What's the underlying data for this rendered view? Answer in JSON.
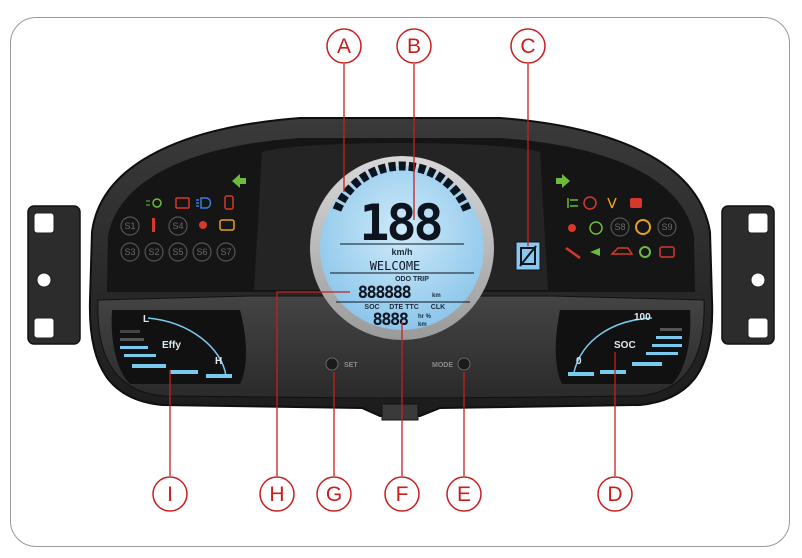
{
  "callouts": [
    {
      "letter": "A"
    },
    {
      "letter": "B"
    },
    {
      "letter": "C"
    },
    {
      "letter": "D"
    },
    {
      "letter": "E"
    },
    {
      "letter": "F"
    },
    {
      "letter": "G"
    },
    {
      "letter": "H"
    },
    {
      "letter": "I"
    }
  ],
  "lcd": {
    "speed": "188",
    "speed_unit": "km/h",
    "welcome": "WELCOME",
    "odo_label": "ODO TRIP",
    "odo_value": "888888",
    "odo_unit": "km",
    "soc_label": "SOC",
    "dte_ttc_label": "DTE TTC",
    "clk_label": "CLK",
    "small_value": "8888",
    "small_unit_top": "hr %",
    "small_unit_bottom": "km"
  },
  "left_gauge": {
    "label": "Effy",
    "low": "L",
    "high": "H"
  },
  "right_gauge": {
    "label": "SOC",
    "max": "100",
    "min": "0"
  },
  "buttons": {
    "set": "SET",
    "mode": "MODE"
  },
  "switch_indicators": {
    "row1": [
      "S1",
      "S4"
    ],
    "row2": [
      "S3",
      "S2",
      "S5",
      "S6",
      "S7"
    ],
    "right": [
      "S8",
      "S9"
    ]
  },
  "colors": {
    "lcd": "#a9d6f0",
    "green": "#6dbb3c",
    "red": "#d6392b",
    "amber": "#e8a21f",
    "blue": "#3d7bd6",
    "callout": "#c81e1e",
    "gauge_bar": "#7ac9ee"
  }
}
